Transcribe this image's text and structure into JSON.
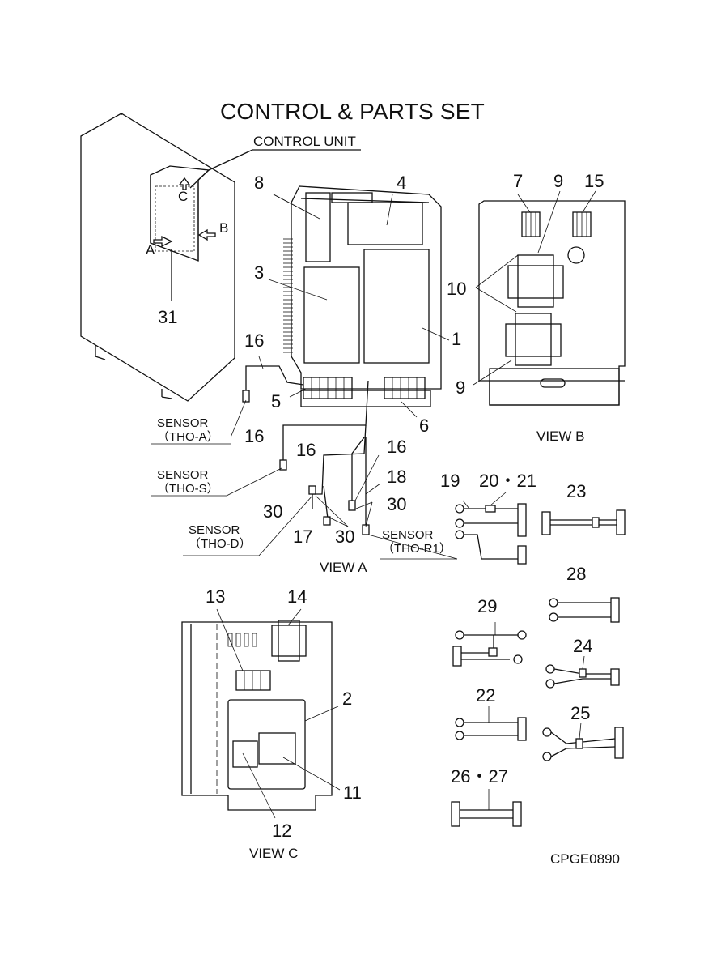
{
  "title": "CONTROL & PARTS SET",
  "control_unit_label": "CONTROL UNIT",
  "view_letters": {
    "a": "A",
    "b": "B",
    "c": "C"
  },
  "views": {
    "a": "VIEW A",
    "b": "VIEW B",
    "c": "VIEW C"
  },
  "sensors": {
    "tho_a": {
      "line1": "SENSOR",
      "line2": "（THO-A）"
    },
    "tho_s": {
      "line1": "SENSOR",
      "line2": "（THO-S）"
    },
    "tho_d": {
      "line1": "SENSOR",
      "line2": "（THO-D）"
    },
    "tho_r1": {
      "line1": "SENSOR",
      "line2": "（THO-R1）"
    }
  },
  "part_numbers": {
    "p1": "1",
    "p2": "2",
    "p3": "3",
    "p4": "4",
    "p5": "5",
    "p6": "6",
    "p7": "7",
    "p8": "8",
    "p9a": "9",
    "p9b": "9",
    "p10": "10",
    "p11": "11",
    "p12": "12",
    "p13": "13",
    "p14": "14",
    "p15": "15",
    "p16a": "16",
    "p16b": "16",
    "p16c": "16",
    "p16d": "16",
    "p17": "17",
    "p18": "18",
    "p19": "19",
    "p20_21": "20・21",
    "p22": "22",
    "p23": "23",
    "p24": "24",
    "p25": "25",
    "p26_27": "26・27",
    "p28": "28",
    "p29": "29",
    "p30a": "30",
    "p30b": "30",
    "p30c": "30",
    "p31": "31"
  },
  "drawing_code": "CPGE0890"
}
